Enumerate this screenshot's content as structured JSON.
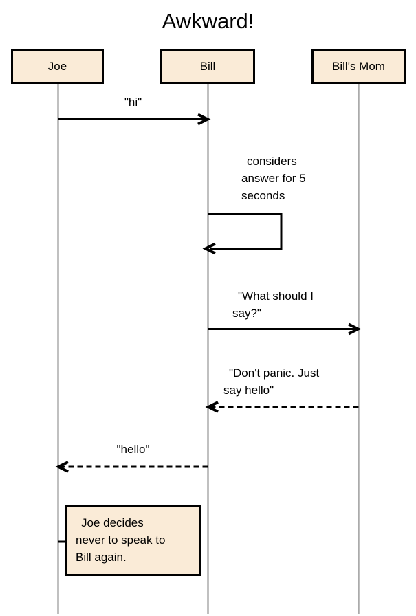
{
  "diagram": {
    "title": "Awkward!",
    "actors": [
      {
        "name": "Joe"
      },
      {
        "name": "Bill"
      },
      {
        "name": "Bill's Mom"
      }
    ],
    "messages": [
      {
        "from": "Joe",
        "to": "Bill",
        "type": "solid",
        "label": "\"hi\"",
        "lines": [
          "\"hi\""
        ]
      },
      {
        "from": "Bill",
        "to": "Bill",
        "type": "self",
        "label": "considers answer for 5 seconds",
        "lines": [
          "considers",
          "answer for 5",
          "seconds"
        ]
      },
      {
        "from": "Bill",
        "to": "Bill's Mom",
        "type": "solid",
        "label": "\"What should I say?\"",
        "lines": [
          "\"What should I",
          "say?\""
        ]
      },
      {
        "from": "Bill's Mom",
        "to": "Bill",
        "type": "dashed",
        "label": "\"Don't panic. Just say hello\"",
        "lines": [
          "\"Don't panic. Just",
          "say hello\""
        ]
      },
      {
        "from": "Bill",
        "to": "Joe",
        "type": "dashed",
        "label": "\"hello\"",
        "lines": [
          "\"hello\""
        ]
      }
    ],
    "note": {
      "attached_to": "Joe",
      "text": "Joe decides never to speak to Bill again.",
      "lines": [
        "Joe decides",
        "never to speak to",
        "Bill again."
      ]
    },
    "colors": {
      "actor_fill": "#faebd7",
      "line": "#000000",
      "lifeline": "#ababab",
      "background": "#ffffff"
    }
  }
}
